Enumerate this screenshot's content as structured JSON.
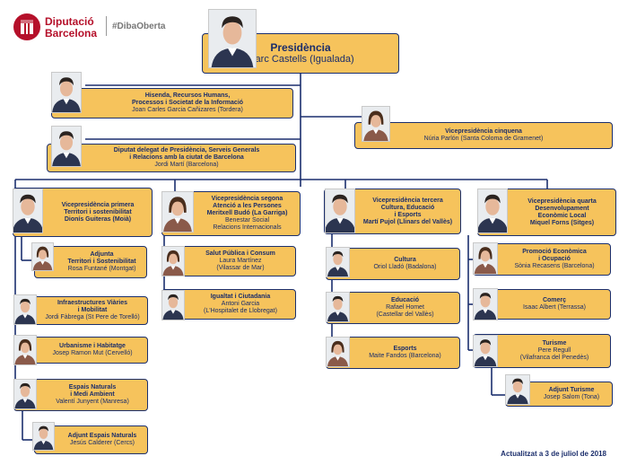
{
  "header": {
    "logo_line1": "Diputació",
    "logo_line2": "Barcelona",
    "hashtag": "#DibaOberta"
  },
  "colors": {
    "box": "#f6c35c",
    "line": "#1b2f6e",
    "brand": "#b5102a"
  },
  "nodes": {
    "presidencia": {
      "title": [
        "Presidència"
      ],
      "person": [
        "Marc Castells (Igualada)"
      ]
    },
    "hisenda": {
      "title": [
        "Hisenda, Recursos Humans,",
        "Processos i Societat de la Informació"
      ],
      "person": [
        "Joan Carles Garcia Cañizares (Tordera)"
      ]
    },
    "diputat_delegat": {
      "title": [
        "Diputat delegat de Presidència, Serveis Generals",
        "i Relacions amb la ciutat de Barcelona"
      ],
      "person": [
        "Jordi Martí (Barcelona)"
      ]
    },
    "vice5": {
      "title": [
        "Vicepresidència cinquena"
      ],
      "person": [
        "Núria Parlón (Santa Coloma de Gramenet)"
      ]
    },
    "vice1": {
      "title": [
        "Vicepresidència primera",
        "Territori i sostenibilitat",
        "Dionís Guiteras (Moià)"
      ],
      "person": []
    },
    "adjunta_territori": {
      "title": [
        "Adjunta",
        "Territori i Sostenibilitat"
      ],
      "person": [
        "Rosa Funtané (Montgat)"
      ]
    },
    "infraestructures": {
      "title": [
        "Infraestructures Viàries",
        "i Mobilitat"
      ],
      "person": [
        "Jordi Fàbrega (St Pere de Torelló)"
      ]
    },
    "urbanisme": {
      "title": [
        "Urbanisme i Habitatge"
      ],
      "person": [
        "Josep Ramon Mut (Cervelló)"
      ]
    },
    "espais": {
      "title": [
        "Espais Naturals",
        "i Medi Ambient"
      ],
      "person": [
        "Valentí Junyent (Manresa)"
      ]
    },
    "adjunt_espais": {
      "title": [
        "Adjunt Espais Naturals"
      ],
      "person": [
        "Jesús Calderer (Cercs)"
      ]
    },
    "vice2": {
      "title": [
        "Vicepresidència segona",
        "Atenció a les Persones",
        "Meritxell Budó (La Garriga)"
      ],
      "person": [
        "Benestar Social",
        "Relacions Internacionals"
      ]
    },
    "salut": {
      "title": [
        "Salut Pública i Consum"
      ],
      "person": [
        "Laura Martínez",
        "(Vilassar de Mar)"
      ]
    },
    "igualtat": {
      "title": [
        "Igualtat i Ciutadania"
      ],
      "person": [
        "Antoni Garcia",
        "(L'Hospitalet de Llobregat)"
      ]
    },
    "vice3": {
      "title": [
        "Vicepresidència tercera",
        "Cultura, Educació",
        "i Esports",
        "Martí Pujol (Llinars del Vallès)"
      ],
      "person": []
    },
    "cultura": {
      "title": [
        "Cultura"
      ],
      "person": [
        "Oriol Lladó (Badalona)"
      ]
    },
    "educacio": {
      "title": [
        "Educació"
      ],
      "person": [
        "Rafael Homet",
        "(Castellar del Vallès)"
      ]
    },
    "esports": {
      "title": [
        "Esports"
      ],
      "person": [
        "Maite Fandos (Barcelona)"
      ]
    },
    "vice4": {
      "title": [
        "Vicepresidència quarta",
        "Desenvolupament",
        "Econòmic Local",
        "Miquel Forns (Sitges)"
      ],
      "person": []
    },
    "promocio": {
      "title": [
        "Promoció Econòmica",
        "i Ocupació"
      ],
      "person": [
        "Sònia Recasens (Barcelona)"
      ]
    },
    "comerc": {
      "title": [
        "Comerç"
      ],
      "person": [
        "Isaac Albert (Terrassa)"
      ]
    },
    "turisme": {
      "title": [
        "Turisme"
      ],
      "person": [
        "Pere Regull",
        "(Vilafranca del Penedès)"
      ]
    },
    "adjunt_turisme": {
      "title": [
        "Adjunt Turisme"
      ],
      "person": [
        "Josep Salom (Tona)"
      ]
    }
  },
  "footer": {
    "updated": "Actualitzat a 3 de juliol de 2018"
  }
}
